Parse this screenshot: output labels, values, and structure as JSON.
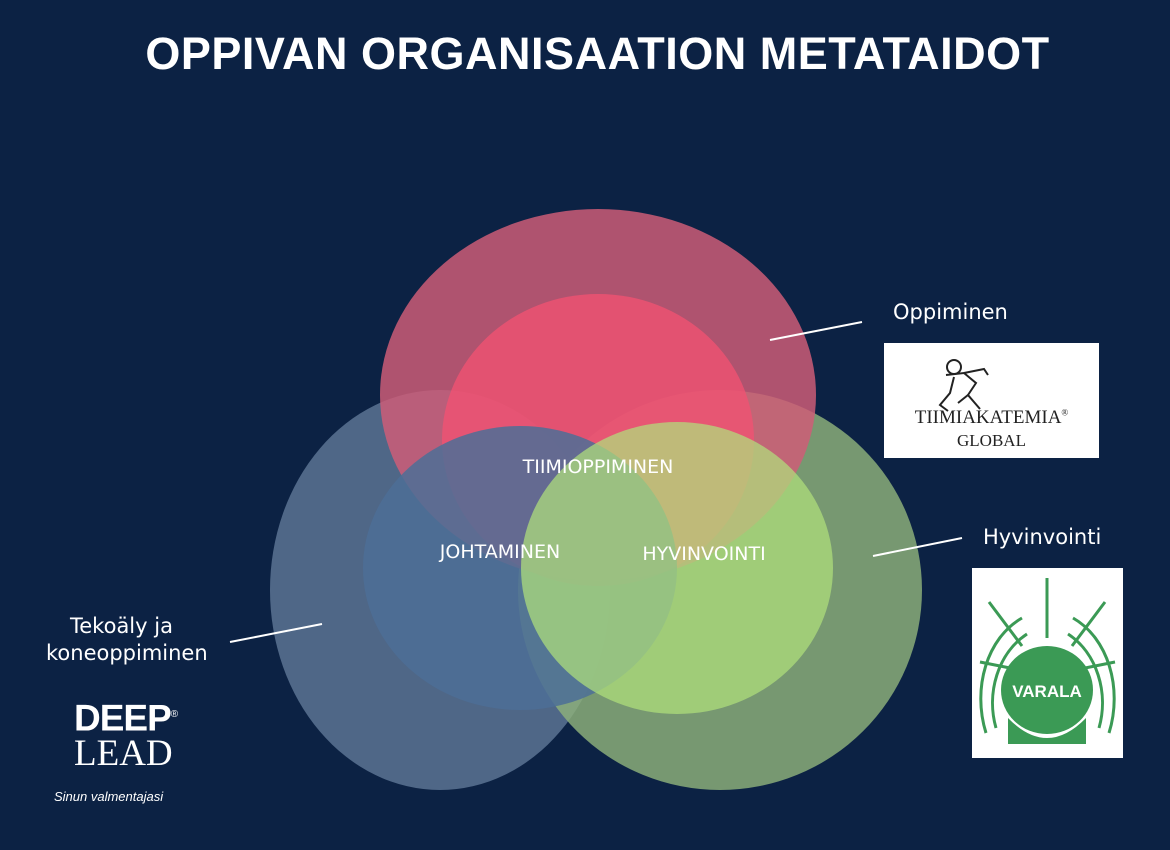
{
  "slide": {
    "title": "OPPIVAN ORGANISAATION METATAIDOT",
    "center_labels": {
      "top": "TIIMIOPPIMINEN",
      "left": "JOHTAMINEN",
      "right": "HYVINVOINTI"
    },
    "side_labels": {
      "oppiminen": "Oppiminen",
      "hyvinvointi": "Hyvinvointi",
      "tekoaly_line1": "Tekoäly ja",
      "tekoaly_line2": "koneoppiminen"
    },
    "logos": {
      "tiimiakatemia": {
        "line1": "TIIMIAKATEMIA",
        "registered": "®",
        "line2": "GLOBAL"
      },
      "varala": {
        "text": "VARALA"
      },
      "deeplead": {
        "line1": "DEEP",
        "line2": "LEAD",
        "registered": "®",
        "tagline": "Sinun valmentajasi"
      }
    },
    "colors": {
      "background": "#0c2244",
      "circle_red_outer": "#c2566f",
      "circle_red_inner": "#ef4e6d",
      "circle_blue_outer": "#516a8a",
      "circle_blue_inner": "#4a6d94",
      "circle_green_outer": "#8eaf7a",
      "circle_green_inner": "#a9d77a",
      "varala_green": "#3b9a55"
    }
  }
}
